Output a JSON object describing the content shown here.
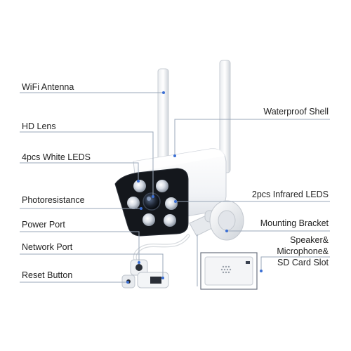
{
  "labels": {
    "wifi_antenna": "WiFi Antenna",
    "hd_lens": "HD Lens",
    "white_leds": "4pcs White LEDS",
    "photoresistance": "Photoresistance",
    "power_port": "Power Port",
    "network_port": "Network Port",
    "reset_button": "Reset Button",
    "waterproof_shell": "Waterproof Shell",
    "infrared_leds": "2pcs Infrared LEDS",
    "mounting_bracket": "Mounting Bracket",
    "slot_line1": "Speaker&",
    "slot_line2": "Microphone&",
    "slot_line3": "SD Card Slot"
  },
  "colors": {
    "leader_line": "#9aa7b8",
    "leader_dot": "#3b6fd4",
    "text": "#222222"
  }
}
